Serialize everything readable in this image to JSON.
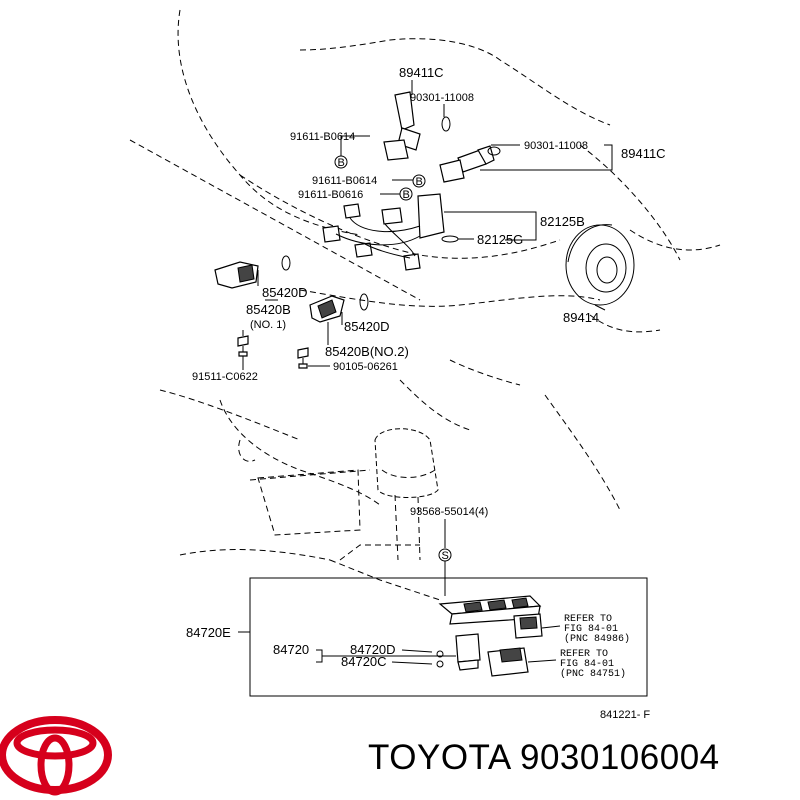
{
  "brand": {
    "name": "TOYOTA",
    "part_number": "9030106004",
    "logo_color": "#d6001c"
  },
  "figure_code": "841221- F",
  "labels": {
    "l_89411c_top": "89411C",
    "l_90301_top": "90301-11008",
    "l_91611_b0614_a": "91611-B0614",
    "l_90301_right": "90301-11008",
    "l_89411c_right": "89411C",
    "l_91611_b0614_b": "91611-B0614",
    "l_91611_b0616": "91611-B0616",
    "l_82125b": "82125B",
    "l_82125g": "82125G",
    "l_85420d_left": "85420D",
    "l_85420b": "85420B",
    "l_no1": "(NO. 1)",
    "l_85420d_mid": "85420D",
    "l_89414": "89414",
    "l_85420b_no2": "85420B(NO.2)",
    "l_90105": "90105-06261",
    "l_91511": "91511-C0622",
    "l_93568": "93568-55014(4)",
    "l_84720e": "84720E",
    "l_84720": "84720",
    "l_84720d": "84720D",
    "l_84720c": "84720C",
    "ref1_line1": "REFER TO",
    "ref1_line2": "FIG 84-01",
    "ref1_line3": "(PNC 84986)",
    "ref2_line1": "REFER TO",
    "ref2_line2": "FIG 84-01",
    "ref2_line3": "(PNC 84751)"
  },
  "callout_symbols": {
    "b": "B",
    "s": "S"
  }
}
